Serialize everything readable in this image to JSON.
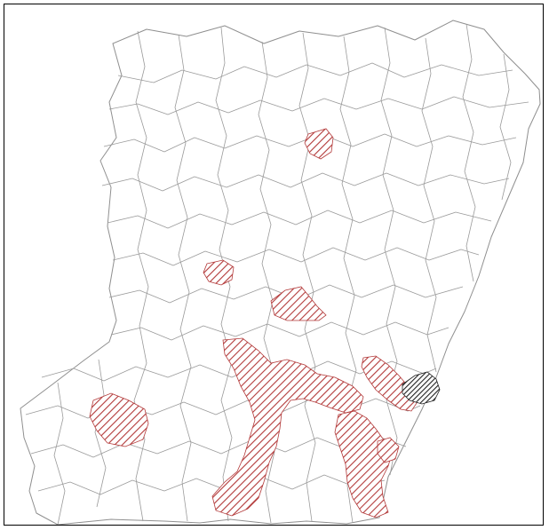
{
  "map": {
    "background": "#ffffff",
    "frame_color": "#000000",
    "boundary_color": "#9a9a9a",
    "hatch_red": "#b33a3a",
    "hatch_dark": "#222222",
    "zones": [
      {
        "name": "north-center",
        "pattern": "red-hatch"
      },
      {
        "name": "west-center",
        "pattern": "red-hatch"
      },
      {
        "name": "center",
        "pattern": "red-hatch"
      },
      {
        "name": "southwest",
        "pattern": "red-hatch"
      },
      {
        "name": "south-central-cluster",
        "pattern": "red-hatch"
      },
      {
        "name": "south-east-strip",
        "pattern": "red-hatch"
      },
      {
        "name": "east",
        "pattern": "red-hatch"
      },
      {
        "name": "east-edge",
        "pattern": "dark-hatch"
      }
    ]
  }
}
